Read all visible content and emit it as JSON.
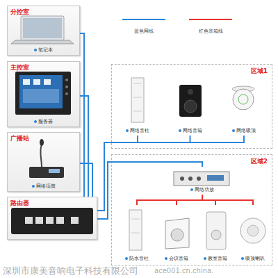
{
  "diagram": {
    "nodes": [
      {
        "text": [
          "分控室",
          "笔记本"
        ]
      },
      {
        "text": [
          "主控室",
          "服务器"
        ]
      },
      {
        "text": [
          "广播站",
          "网络话筒"
        ]
      },
      {
        "text": [
          "路由器"
        ]
      },
      {
        "text": [
          "区域1"
        ]
      },
      {
        "text": [
          "网络音柱"
        ],
        "in": 4
      },
      {
        "text": [
          "网络音箱"
        ],
        "in": 4
      },
      {
        "text": [
          "网络吸顶"
        ],
        "in": 4
      },
      {
        "text": [
          "区域2"
        ]
      },
      {
        "text": [
          "网络功放"
        ],
        "in": 8
      },
      {
        "text": [
          "防水音柱"
        ],
        "in": 8
      },
      {
        "text": [
          "会议音箱"
        ],
        "in": 8
      },
      {
        "text": [
          "教室音箱"
        ],
        "in": 8
      },
      {
        "text": [
          "吸顶喇叭"
        ],
        "in": 8
      }
    ],
    "edges": [
      {
        "from": 0,
        "to": 3,
        "arrow": "none"
      },
      {
        "from": 1,
        "to": 3,
        "arrow": "none"
      },
      {
        "from": 2,
        "to": 3,
        "arrow": "none"
      },
      {
        "from": 3,
        "to": 5,
        "arrow": "none"
      },
      {
        "from": 3,
        "to": 6,
        "arrow": "none"
      },
      {
        "from": 3,
        "to": 7,
        "arrow": "none"
      },
      {
        "from": 3,
        "to": 9,
        "arrow": "none"
      },
      {
        "from": 9,
        "to": 10,
        "arrow": "none"
      },
      {
        "from": 9,
        "to": 11,
        "arrow": "none"
      },
      {
        "from": 9,
        "to": 12,
        "arrow": "none"
      },
      {
        "from": 9,
        "to": 13,
        "arrow": "none"
      }
    ],
    "labels": [
      "深圳市康美音响电子科技有限公司",
      "ace001.cn.china."
    ],
    "legend": [
      {
        "text": "蓝色网线"
      },
      {
        "text": "红色音箱线"
      }
    ]
  }
}
